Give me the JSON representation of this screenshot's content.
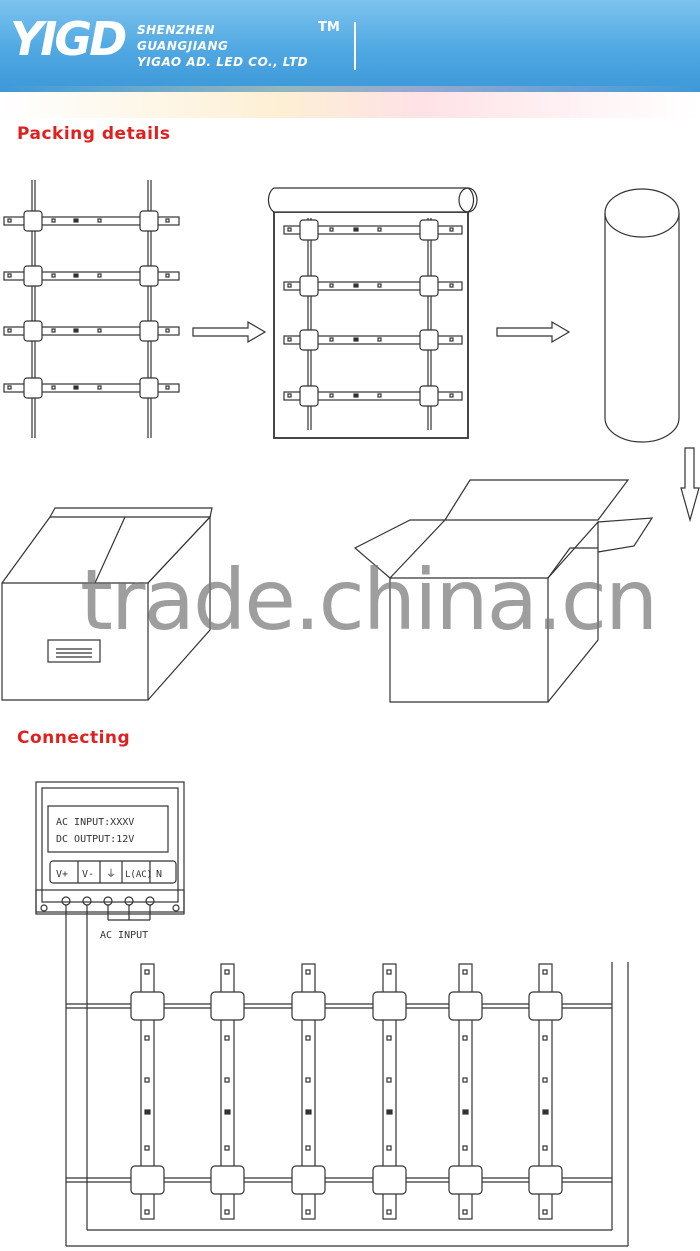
{
  "header": {
    "logo_text": "YIGD",
    "company_line1": "SHENZHEN",
    "company_line2": "GUANGJIANG",
    "company_line3": "YIGAO AD. LED CO., LTD",
    "trademark": "TM",
    "background_color": "#4fa8e2"
  },
  "sections": {
    "packing_title": "Packing details",
    "connecting_title": "Connecting"
  },
  "power_supply": {
    "line1": "AC  INPUT:XXXV",
    "line2": "DC  OUTPUT:12V",
    "terminal_labels": [
      "V+",
      "V-",
      "⏚",
      "L(AC)",
      "N"
    ],
    "ac_input_label": "AC  INPUT"
  },
  "watermark": "trade.china.cn",
  "colors": {
    "section_title": "#e0201e",
    "line": "#333333"
  }
}
